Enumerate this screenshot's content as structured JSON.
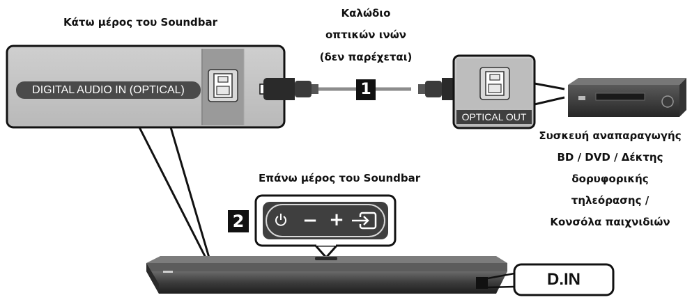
{
  "labels": {
    "soundbar_bottom": "Κάτω μέρος του Soundbar",
    "cable_line1": "Καλώδιο",
    "cable_line2": "οπτικών ινών",
    "cable_line3": "(δεν παρέχεται)",
    "soundbar_top": "Επάνω μέρος του Soundbar",
    "device_lines": [
      "Συσκευή αναπαραγωγής",
      "BD / DVD / Δέκτης",
      "δορυφορικής",
      "τηλεόρασης /",
      "Κονσόλα παιχνιδιών"
    ]
  },
  "ports": {
    "digital_audio_in": "DIGITAL AUDIO IN (OPTICAL)",
    "optical_out": "OPTICAL OUT"
  },
  "steps": {
    "step1": "1",
    "step2": "2"
  },
  "controls": {
    "power": "power-icon",
    "minus": "−",
    "plus": "+",
    "source": "source-icon"
  },
  "display_text": "D.IN"
}
